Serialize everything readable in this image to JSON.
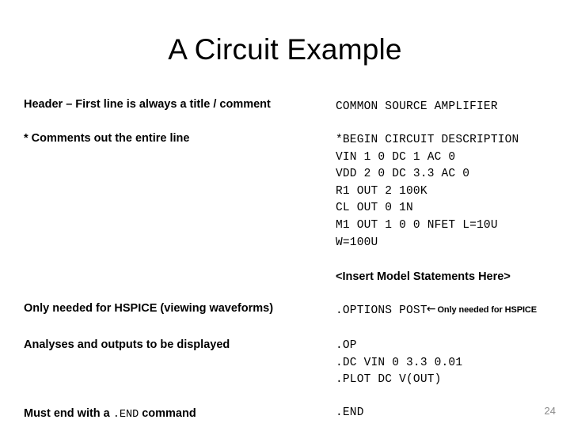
{
  "slide": {
    "title": "A Circuit Example",
    "page_number": "24",
    "page_number_color": "#8a8a8a",
    "background_color": "#ffffff",
    "text_color": "#000000"
  },
  "rows": {
    "header": {
      "label": "Header – First line is always a title / comment",
      "code": "COMMON SOURCE AMPLIFIER"
    },
    "comments": {
      "label": "* Comments out the entire line",
      "netlist": [
        "*BEGIN CIRCUIT DESCRIPTION",
        "VIN 1 0 DC 1 AC 0",
        "VDD 2 0 DC 3.3 AC 0",
        "R1 OUT 2 100K",
        "CL OUT 0 1N",
        "M1 OUT 1 0 0 NFET L=10U",
        "W=100U"
      ]
    },
    "model_statements": {
      "text": "<Insert Model Statements Here>"
    },
    "hspice": {
      "label": "Only needed for HSPICE (viewing waveforms)",
      "code": ".OPTIONS POST",
      "arrow_icon": "left-arrow-icon",
      "arrow_glyph": "←",
      "annotation": "Only needed for HSPICE"
    },
    "analyses": {
      "label": "Analyses and outputs to be displayed",
      "commands": [
        ".OP",
        ".DC VIN 0 3.3 0.01",
        ".PLOT DC V(OUT)"
      ]
    },
    "end": {
      "label_prefix": "Must end with a ",
      "label_mono": ".END",
      "label_suffix": " command",
      "code": ".END"
    }
  }
}
